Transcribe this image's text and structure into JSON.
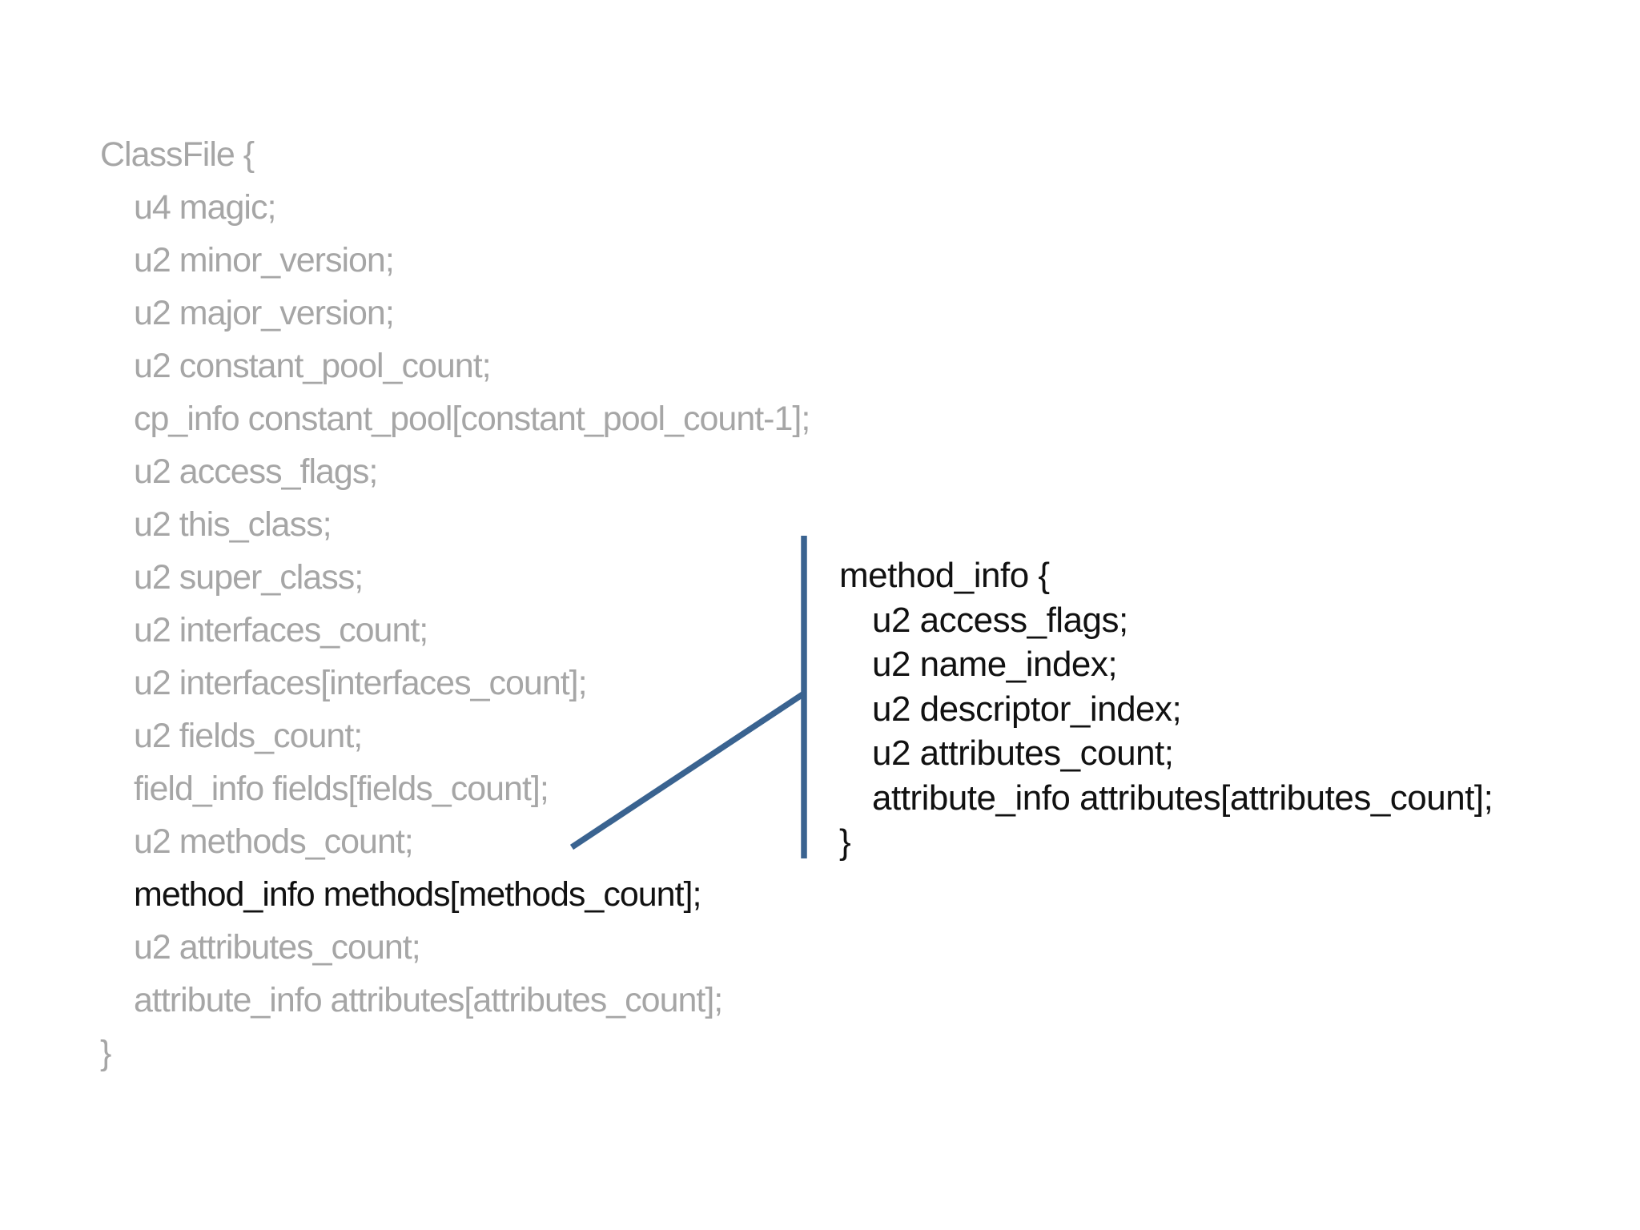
{
  "slide": {
    "background": "#ffffff"
  },
  "colors": {
    "muted_text": "#a6a6a6",
    "emphasis_text": "#111111",
    "callout_line": "#3a6390"
  },
  "classfile_block": {
    "lines": [
      {
        "text": "ClassFile {",
        "indent": false,
        "emphasis": false
      },
      {
        "text": "u4 magic;",
        "indent": true,
        "emphasis": false
      },
      {
        "text": "u2 minor_version;",
        "indent": true,
        "emphasis": false
      },
      {
        "text": "u2 major_version;",
        "indent": true,
        "emphasis": false
      },
      {
        "text": "u2 constant_pool_count;",
        "indent": true,
        "emphasis": false
      },
      {
        "text": "cp_info constant_pool[constant_pool_count-1];",
        "indent": true,
        "emphasis": false
      },
      {
        "text": "u2 access_flags;",
        "indent": true,
        "emphasis": false
      },
      {
        "text": "u2 this_class;",
        "indent": true,
        "emphasis": false
      },
      {
        "text": "u2 super_class;",
        "indent": true,
        "emphasis": false
      },
      {
        "text": "u2 interfaces_count;",
        "indent": true,
        "emphasis": false
      },
      {
        "text": "u2 interfaces[interfaces_count];",
        "indent": true,
        "emphasis": false
      },
      {
        "text": "u2 fields_count;",
        "indent": true,
        "emphasis": false
      },
      {
        "text": "field_info fields[fields_count];",
        "indent": true,
        "emphasis": false
      },
      {
        "text": "u2 methods_count;",
        "indent": true,
        "emphasis": false
      },
      {
        "text": "method_info methods[methods_count];",
        "indent": true,
        "emphasis": true
      },
      {
        "text": "u2 attributes_count;",
        "indent": true,
        "emphasis": false
      },
      {
        "text": "attribute_info attributes[attributes_count];",
        "indent": true,
        "emphasis": false
      },
      {
        "text": "}",
        "indent": false,
        "emphasis": false
      }
    ]
  },
  "method_info_block": {
    "lines": [
      {
        "text": "method_info {",
        "indent": false,
        "emphasis": true
      },
      {
        "text": "u2 access_flags;",
        "indent": true,
        "emphasis": true
      },
      {
        "text": "u2 name_index;",
        "indent": true,
        "emphasis": true
      },
      {
        "text": "u2 descriptor_index;",
        "indent": true,
        "emphasis": true
      },
      {
        "text": "u2 attributes_count;",
        "indent": true,
        "emphasis": true
      },
      {
        "text": "attribute_info attributes[attributes_count];",
        "indent": true,
        "emphasis": true
      },
      {
        "text": "}",
        "indent": false,
        "emphasis": true
      }
    ]
  }
}
